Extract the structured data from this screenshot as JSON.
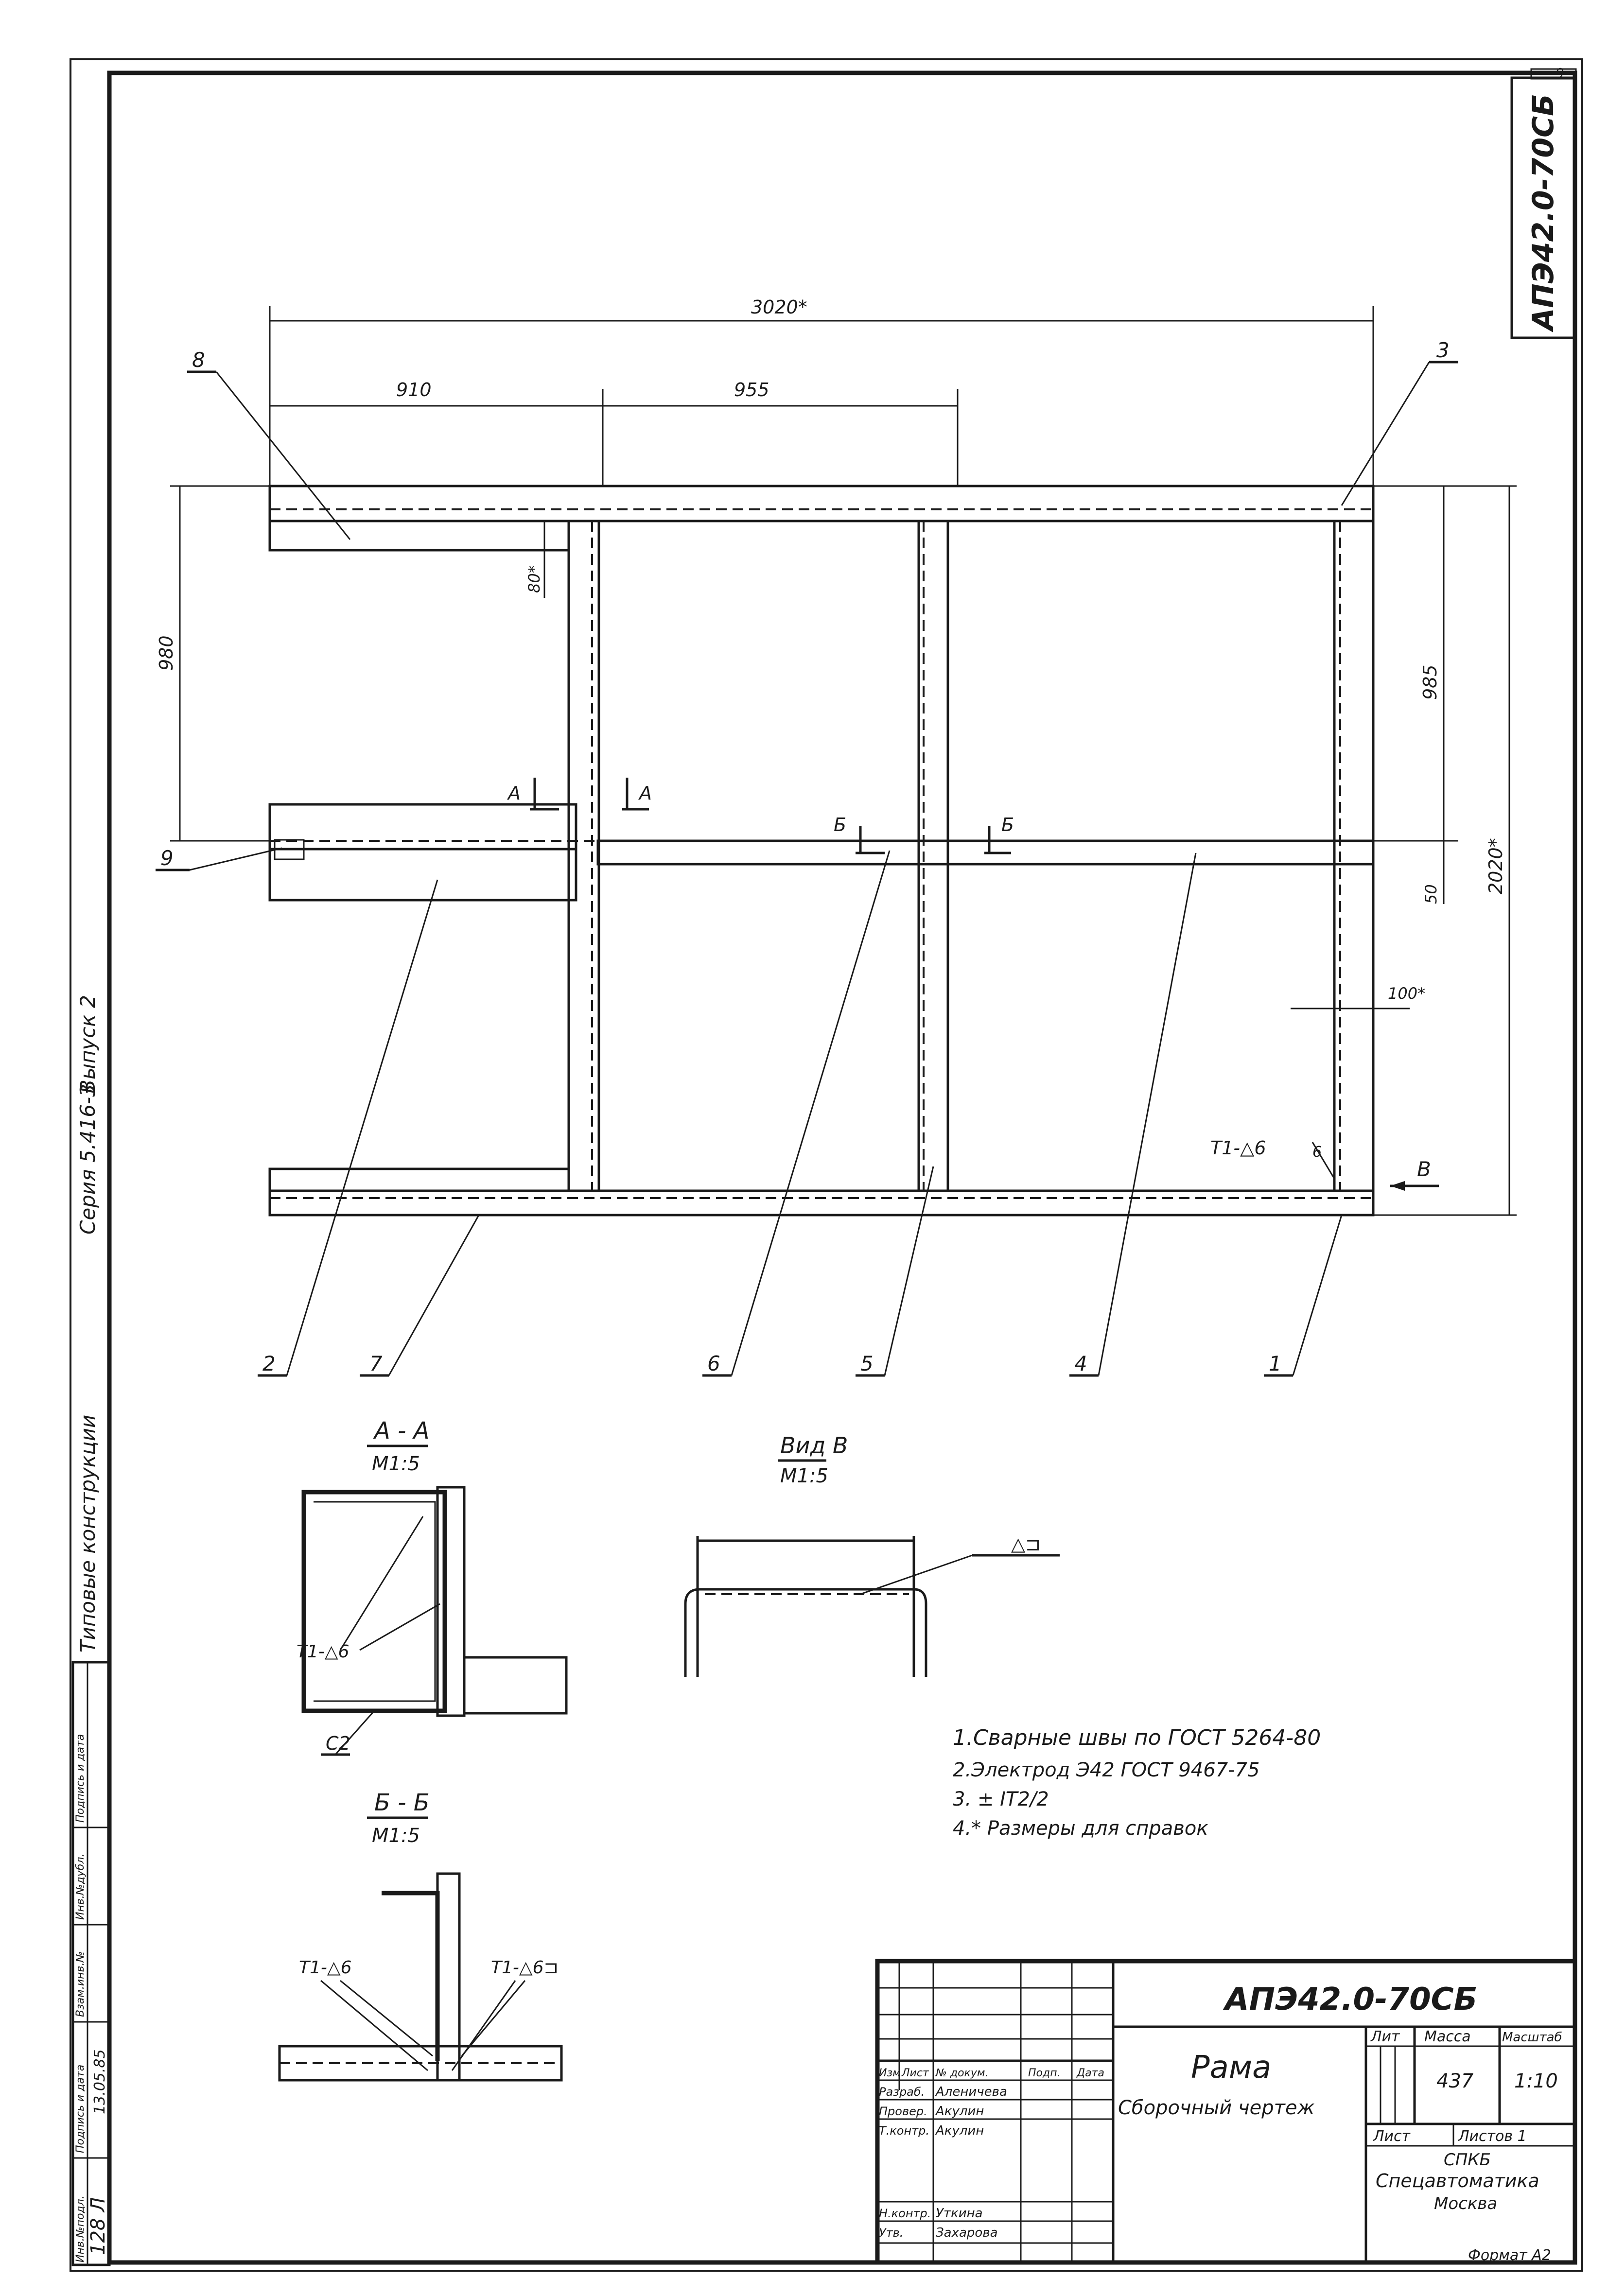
{
  "sheet": {
    "doc_code_corner": "АПЭ42.0-70СБ",
    "sheet_number": "9",
    "side_label_title": "Типовые конструкции",
    "side_label_series": "Серия 5.416-3",
    "side_label_issue": "Выпуск 2"
  },
  "dimensions": {
    "total_width": "3020*",
    "seg_left": "910",
    "seg_mid": "955",
    "left_height": "980",
    "right_height": "985",
    "total_height": "2020*",
    "small_80": "80*",
    "small_50": "50",
    "small_100": "100*"
  },
  "positions": [
    "1",
    "2",
    "3",
    "4",
    "5",
    "6",
    "7",
    "8",
    "9"
  ],
  "sections": {
    "cut_a": "А",
    "cut_b": "Б",
    "view_v": "В",
    "aa_title": "А - А",
    "aa_scale": "М1:5",
    "bb_title": "Б - Б",
    "bb_scale": "М1:5",
    "vid_title": "Вид В",
    "vid_scale": "М1:5"
  },
  "welds": {
    "t1_6": "Т1-△6",
    "t1_6_bracket": "Т1-△6⊐",
    "c2": "С2",
    "weld_v": "△⊐",
    "weld_num": "6"
  },
  "notes": [
    "1.Сварные швы по ГОСТ 5264-80",
    "2.Электрод Э42 ГОСТ 9467-75",
    "3. ± IТ2/2",
    "4.* Размеры для справок"
  ],
  "title_block": {
    "doc_code": "АПЭ42.0-70СБ",
    "name": "Рама",
    "subtitle": "Сборочный чертеж",
    "col_headers": [
      "Изм",
      "Лист",
      "№ докум.",
      "Подп.",
      "Дата"
    ],
    "rows": [
      {
        "role": "Разраб.",
        "person": "Аленичева"
      },
      {
        "role": "Провер.",
        "person": "Акулин"
      },
      {
        "role": "Т.контр.",
        "person": "Акулин"
      },
      {
        "role": "Н.контр.",
        "person": "Уткина"
      },
      {
        "role": "Утв.",
        "person": "Захарова"
      }
    ],
    "lit_label": "Лит",
    "mass_label": "Масса",
    "scale_label": "Масштаб",
    "mass": "437",
    "scale": "1:10",
    "sheet_label": "Лист",
    "sheets_label": "Листов 1",
    "org_1": "СПКБ",
    "org_2": "Спецавтоматика",
    "org_3": "Москва",
    "format": "Формат А2"
  },
  "left_stamp": {
    "headers": [
      "Инв.№подл.",
      "Подпись и дата",
      "Взам.инв.№",
      "Инв.№дубл.",
      "Подпись и дата"
    ],
    "inv_no": "128 Л",
    "date_sig": "13.05.85"
  }
}
